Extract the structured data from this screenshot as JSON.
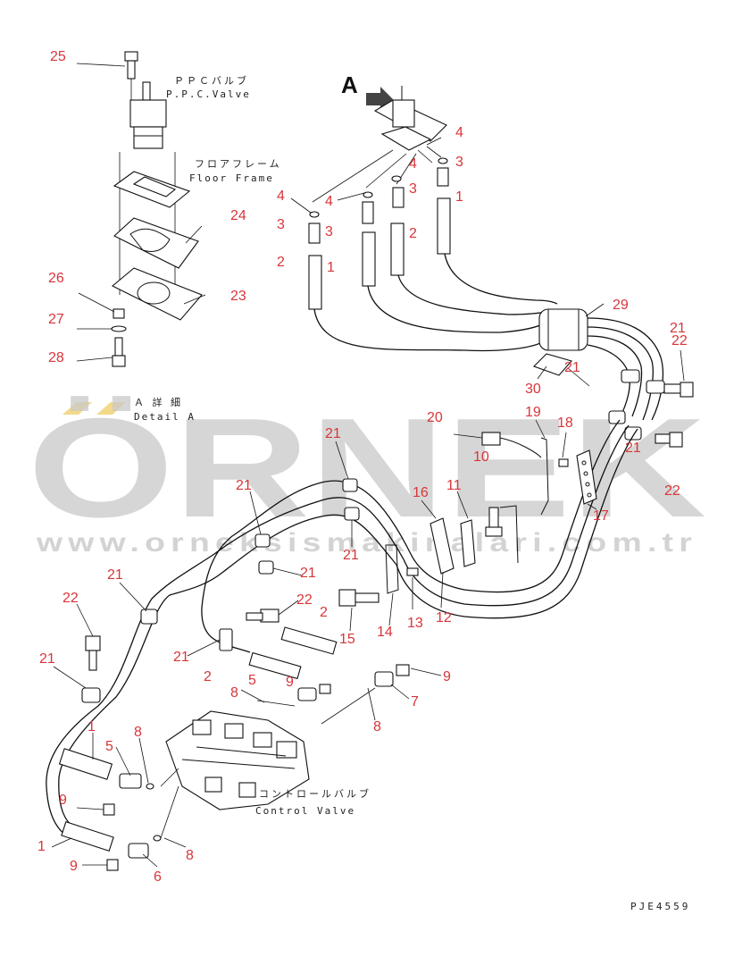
{
  "view_marker": "A",
  "labels": {
    "ppc_valve_jp": "ＰＰＣバルブ",
    "ppc_valve_en": "P.P.C.Valve",
    "floor_frame_jp": "フロアフレーム",
    "floor_frame_en": "Floor Frame",
    "detail_jp": "Ａ 詳 細",
    "detail_en": "Detail A",
    "control_valve_jp": "コントロールバルブ",
    "control_valve_en": "Control Valve"
  },
  "drawing_code": "PJE4559",
  "watermark": {
    "brand": "ÖRNEK",
    "url": "www.orneksismakinalari.com.tr"
  },
  "callouts": [
    "25",
    "24",
    "23",
    "26",
    "27",
    "28",
    "4",
    "3",
    "2",
    "1",
    "29",
    "30",
    "21",
    "22",
    "20",
    "19",
    "18",
    "10",
    "17",
    "16",
    "11",
    "12",
    "13",
    "14",
    "15",
    "9",
    "7",
    "8",
    "5",
    "6"
  ],
  "colors": {
    "callout": "#d8363a",
    "line": "#111111",
    "watermark": "#c9c9c9",
    "watermark_accent": "#f3d98a"
  }
}
